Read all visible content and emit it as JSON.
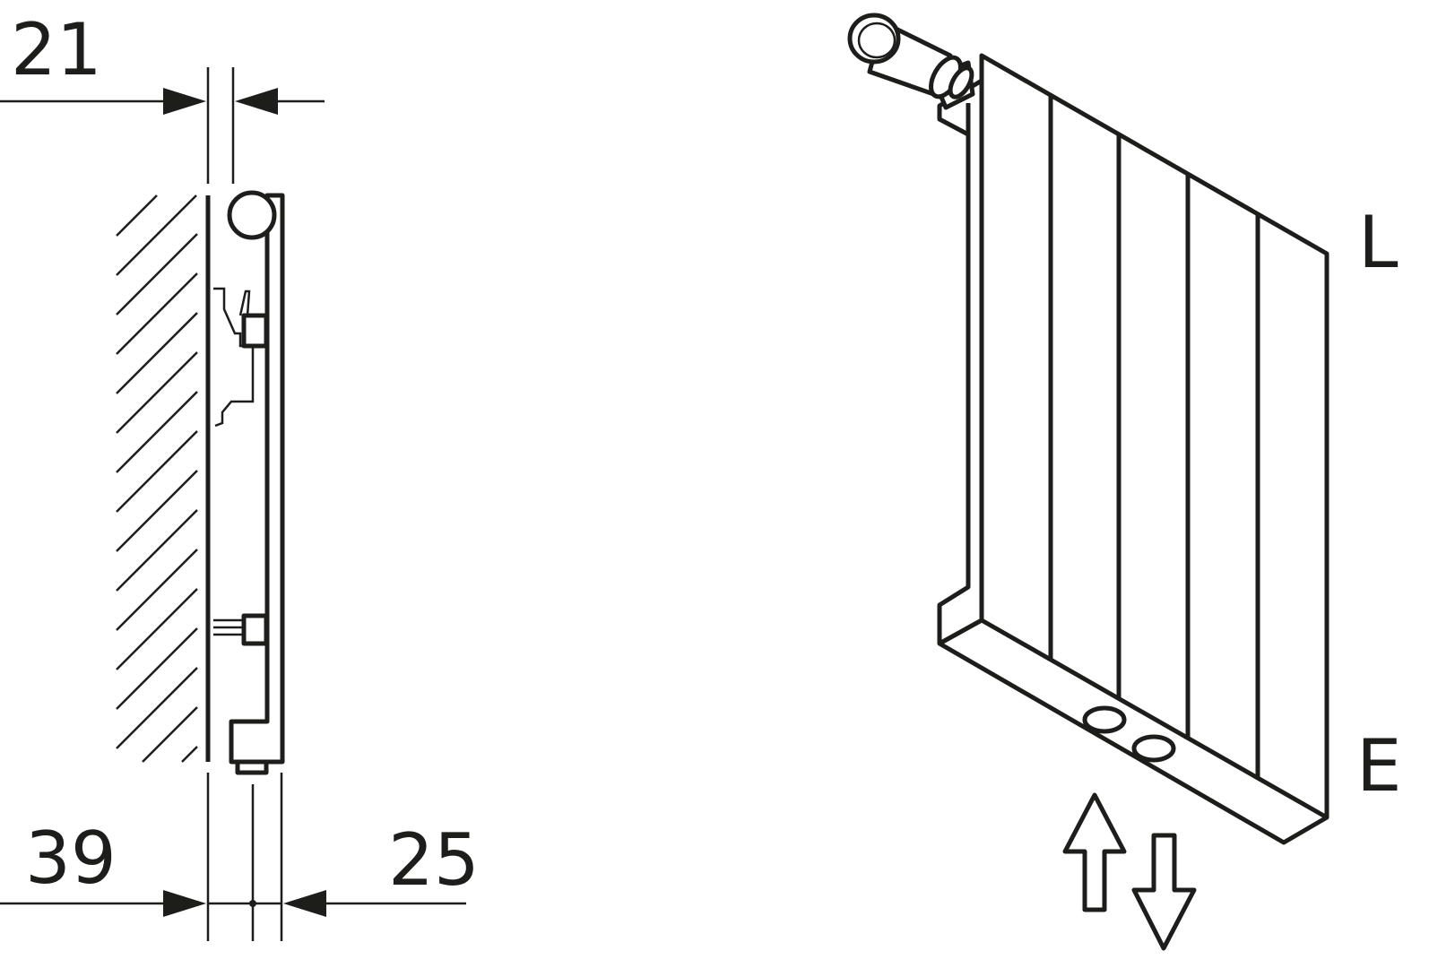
{
  "side_view": {
    "dimensions": {
      "top_width": "21",
      "wall_distance": "39",
      "depth": "25"
    }
  },
  "iso_view": {
    "labels": {
      "length": "L",
      "connection": "E"
    },
    "flow_icons": [
      "arrow-up-icon",
      "arrow-down-icon"
    ]
  },
  "colors": {
    "line": "#1d1d1b",
    "background": "#ffffff"
  }
}
